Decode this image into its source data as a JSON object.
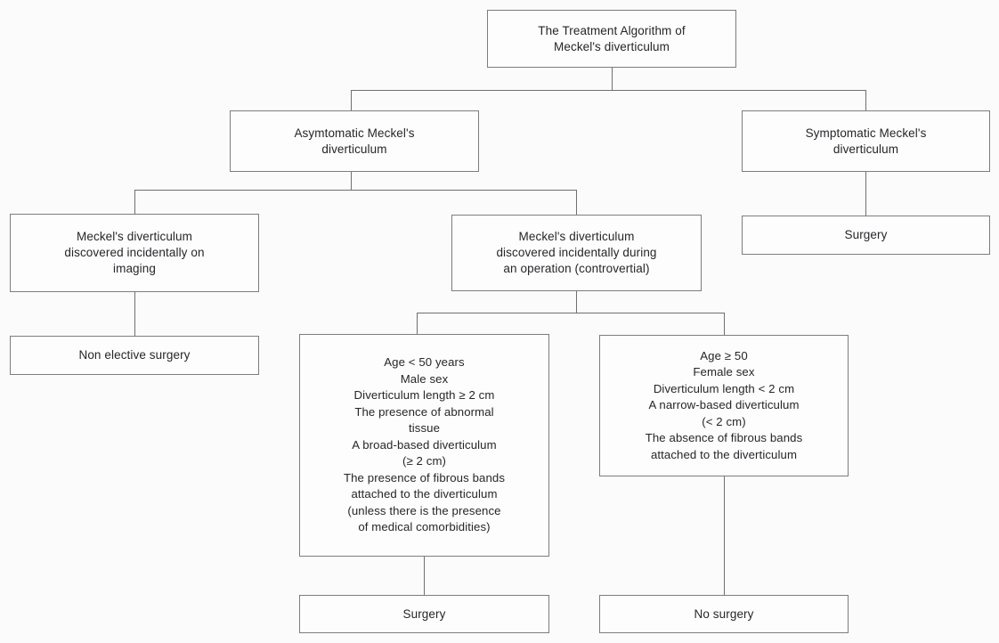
{
  "diagram": {
    "type": "flowchart",
    "orientation": "top-down",
    "title": "The Treatment Algorithm of Meckel's diverticulum",
    "colors": {
      "border": "#7d7d7d",
      "text": "#26262a",
      "background": "#fbfbfb",
      "connector": "#6f6f6f"
    },
    "nodes": {
      "root": "The Treatment Algorithm of\nMeckel's diverticulum",
      "asymptomatic": "Asymtomatic Meckel's\ndiverticulum",
      "symptomatic": "Symptomatic Meckel's\ndiverticulum",
      "incidental_imaging": "Meckel's diverticulum\ndiscovered incidentally on\nimaging",
      "incidental_operation": "Meckel's diverticulum\ndiscovered incidentally during\nan operation (controvertial)",
      "symptomatic_surgery": "Surgery",
      "non_elective_surgery": "Non elective surgery",
      "criteria_resect": "Age < 50 years\nMale sex\nDiverticulum length ≥ 2 cm\nThe presence of abnormal\ntissue\nA broad-based diverticulum\n(≥ 2 cm)\nThe presence of fibrous bands\nattached to the diverticulum\n(unless there is the presence\nof medical comorbidities)",
      "criteria_no_resect": "Age ≥ 50\nFemale sex\nDiverticulum length < 2 cm\nA narrow-based diverticulum\n(< 2 cm)\nThe absence of fibrous bands\nattached to the diverticulum",
      "outcome_surgery": "Surgery",
      "outcome_no_surgery": "No surgery"
    }
  }
}
